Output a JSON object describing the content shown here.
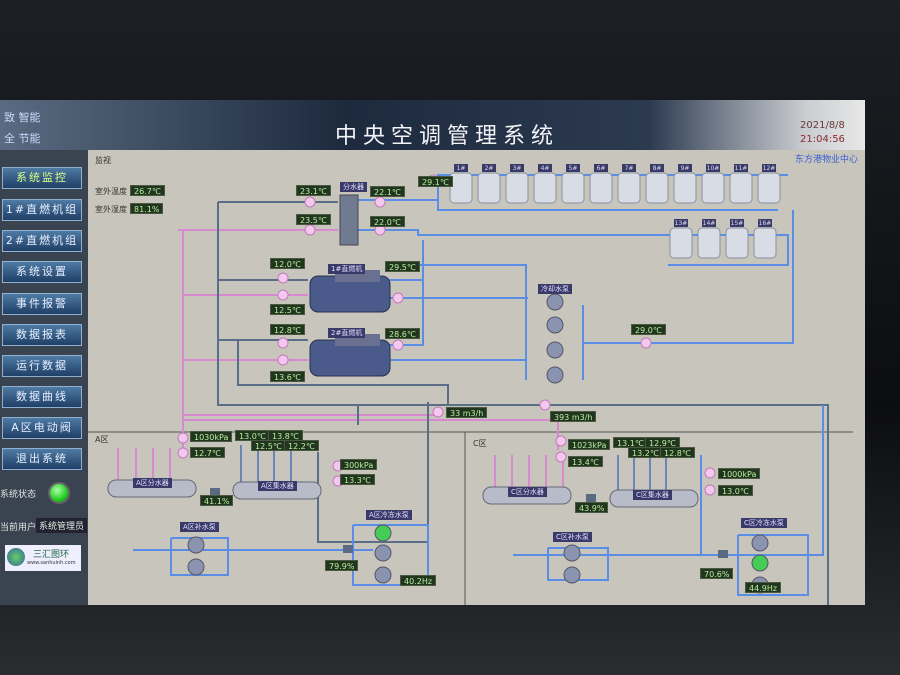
{
  "header": {
    "title": "中央空调管理系统",
    "left_line1": "致 智能",
    "left_line2": "全 节能",
    "date": "2021/8/8",
    "time": "21:04:56",
    "org": "东方港物业中心"
  },
  "sidebar": {
    "items": [
      "系统监控",
      "1#直燃机组",
      "2#直燃机组",
      "系统设置",
      "事件报警",
      "数据报表",
      "运行数据",
      "数据曲线",
      "A区电动阀",
      "退出系统"
    ],
    "status_label": "系统状态",
    "user_label": "当前用户",
    "user_value": "系统管理员",
    "logo_name": "三汇图环",
    "logo_url": "www.sanhuinh.com"
  },
  "main": {
    "section": "监视",
    "outdoor_temp_label": "室外温度",
    "outdoor_temp": "26.7℃",
    "outdoor_hum_label": "室外湿度",
    "outdoor_hum": "81.1%",
    "distributor": "分水器",
    "chiller1": "1#直燃机",
    "chiller2": "2#直燃机",
    "cooling_pump": "冷却水泵",
    "towers": [
      "1#",
      "2#",
      "3#",
      "4#",
      "5#",
      "6#",
      "7#",
      "8#",
      "9#",
      "10#",
      "11#",
      "12#",
      "13#",
      "14#",
      "15#",
      "16#"
    ],
    "values": {
      "t1": "23.1℃",
      "t2": "22.1℃",
      "t3": "29.1℃",
      "t4": "23.5℃",
      "t5": "22.0℃",
      "c1a": "12.0℃",
      "c1b": "12.5℃",
      "c1c": "29.5℃",
      "c2a": "12.8℃",
      "c2b": "13.6℃",
      "c2c": "28.6℃",
      "cw": "29.0℃",
      "f1": "33 m3/h",
      "f2": "393 m3/h"
    },
    "zone_a": {
      "name": "A区",
      "p1": "1030kPa",
      "t1": "12.7℃",
      "s1": "13.0℃",
      "s2": "13.8℃",
      "s3": "12.5℃",
      "s4": "12.2℃",
      "p2": "300kPa",
      "t2": "13.3℃",
      "valve": "41.1%",
      "valve2": "79.9%",
      "freq": "40.2Hz",
      "vessel1": "A区分水器",
      "vessel2": "A区集水器",
      "pump1": "A区补水泵",
      "pump2": "A区冷冻水泵"
    },
    "zone_c": {
      "name": "C区",
      "p1": "1023kPa",
      "t1": "13.4℃",
      "s1": "13.1℃",
      "s2": "12.9℃",
      "s3": "13.2℃",
      "s4": "12.8℃",
      "p2": "1000kPa",
      "t2": "13.0℃",
      "valve": "43.9%",
      "valve2": "70.6%",
      "freq": "44.9Hz",
      "vessel1": "C区分水器",
      "vessel2": "C区集水器",
      "pump1": "C区补水泵",
      "pump2": "C区冷冻水泵"
    }
  },
  "colors": {
    "pink_pipe": "#d88ad0",
    "blue_pipe": "#5a8ee6",
    "dark_pipe": "#5b6e88",
    "status_ok": "#33dd33"
  }
}
